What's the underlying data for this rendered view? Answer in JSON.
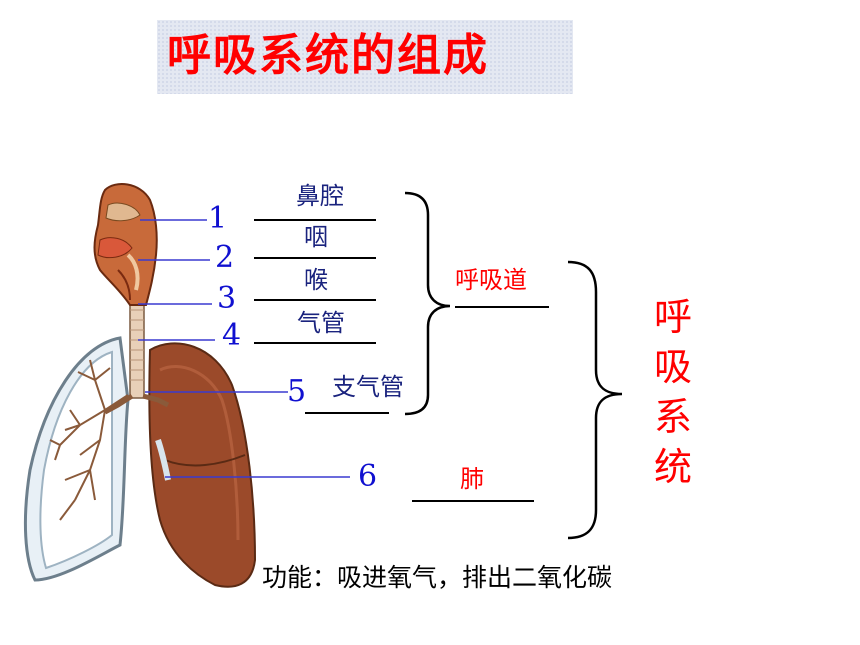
{
  "title": "呼吸系统的组成",
  "numbers": [
    "1",
    "2",
    "3",
    "4",
    "5",
    "6"
  ],
  "parts": {
    "nasal_cavity": "鼻腔",
    "pharynx": "咽",
    "larynx": "喉",
    "trachea": "气管",
    "bronchi": "支气管",
    "lung": "肺"
  },
  "groups": {
    "respiratory_tract": "呼吸道"
  },
  "system_label": [
    "呼",
    "吸",
    "系",
    "统"
  ],
  "function_text": "功能：吸进氧气，排出二氧化碳",
  "colors": {
    "title": "#ff0000",
    "numbers": "#1010d0",
    "parts": "#1a237e",
    "group": "#ff0000",
    "system": "#ff0000"
  }
}
